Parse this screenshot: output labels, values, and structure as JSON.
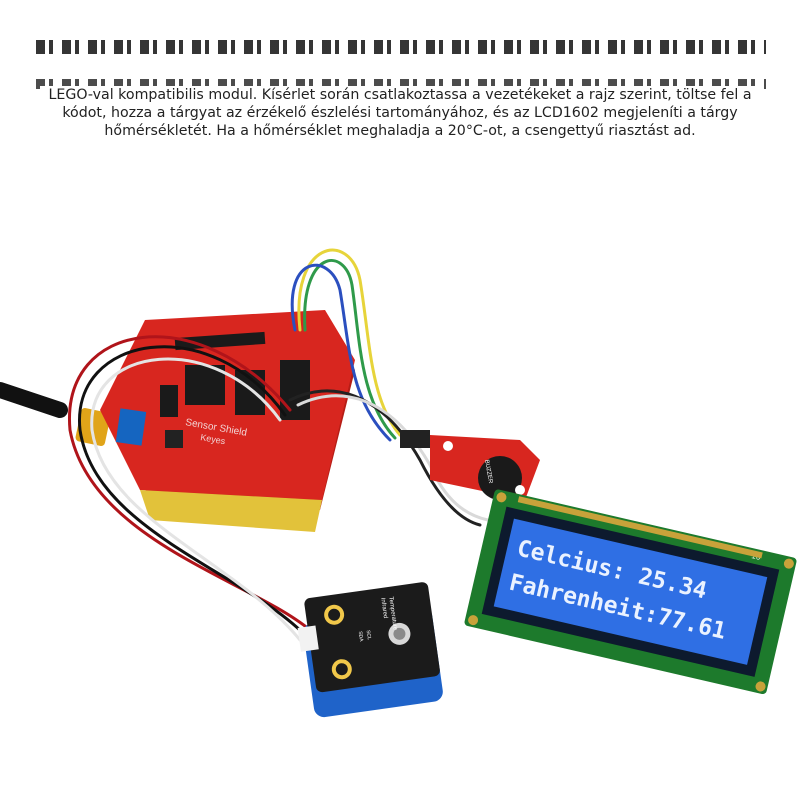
{
  "caption": {
    "text": "LEGO-val kompatibilis modul. Kísérlet során csatlakoztassa a vezetékeket a rajz szerint, töltse fel a kódot, hozza a tárgyat az érzékelő észlelési tartományához, és az LCD1602 megjeleníti a tárgy hőmérsékletét. Ha a hőmérséklet meghaladja a 20°C-ot, a csengettyű riasztást ad."
  },
  "shield": {
    "label_line1": "Sensor Shield",
    "label_line2": "Keyes",
    "color": "#d8261f"
  },
  "lcd": {
    "line1": "Celcius: 25.34",
    "line2": "Fahrenheit:77.61",
    "pin_label": "16",
    "screen_color": "#2f6fe4",
    "text_color": "#eaf2ff",
    "board_color": "#1d7a2c"
  },
  "buzzer_module": {
    "label": "BUZZER"
  },
  "temp_sensor": {
    "label_line1": "Temperature",
    "label_line2": "Infrared",
    "pin1": "SDA",
    "pin2": "SCL",
    "block_color": "#1f63c9"
  }
}
